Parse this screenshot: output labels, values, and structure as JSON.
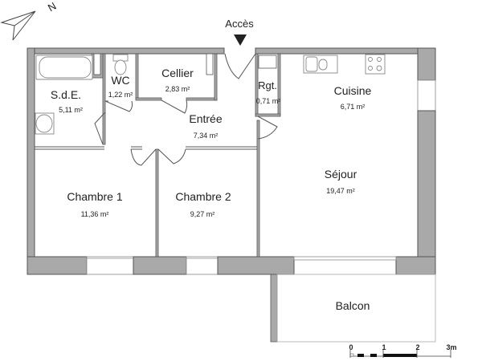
{
  "plan": {
    "access_label": "Accès",
    "north_label": "N",
    "rooms": [
      {
        "id": "sde",
        "name": "S.d.E.",
        "area": "5,11 m²"
      },
      {
        "id": "wc",
        "name": "WC",
        "area": "1,22 m²"
      },
      {
        "id": "cellier",
        "name": "Cellier",
        "area": "2,83 m²"
      },
      {
        "id": "rgt",
        "name": "Rgt.",
        "area": "0,71 m²"
      },
      {
        "id": "cuisine",
        "name": "Cuisine",
        "area": "6,71 m²"
      },
      {
        "id": "entree",
        "name": "Entrée",
        "area": "7,34 m²"
      },
      {
        "id": "chambre1",
        "name": "Chambre 1",
        "area": "11,36 m²"
      },
      {
        "id": "chambre2",
        "name": "Chambre 2",
        "area": "9,27 m²"
      },
      {
        "id": "sejour",
        "name": "Séjour",
        "area": "19,47 m²"
      },
      {
        "id": "balcon",
        "name": "Balcon",
        "area": ""
      }
    ],
    "scale": {
      "ticks": [
        "0",
        "1",
        "2",
        "3m"
      ]
    },
    "colors": {
      "wall": "#a9a9a9",
      "wall_stroke": "#555555",
      "background": "#ffffff"
    }
  }
}
